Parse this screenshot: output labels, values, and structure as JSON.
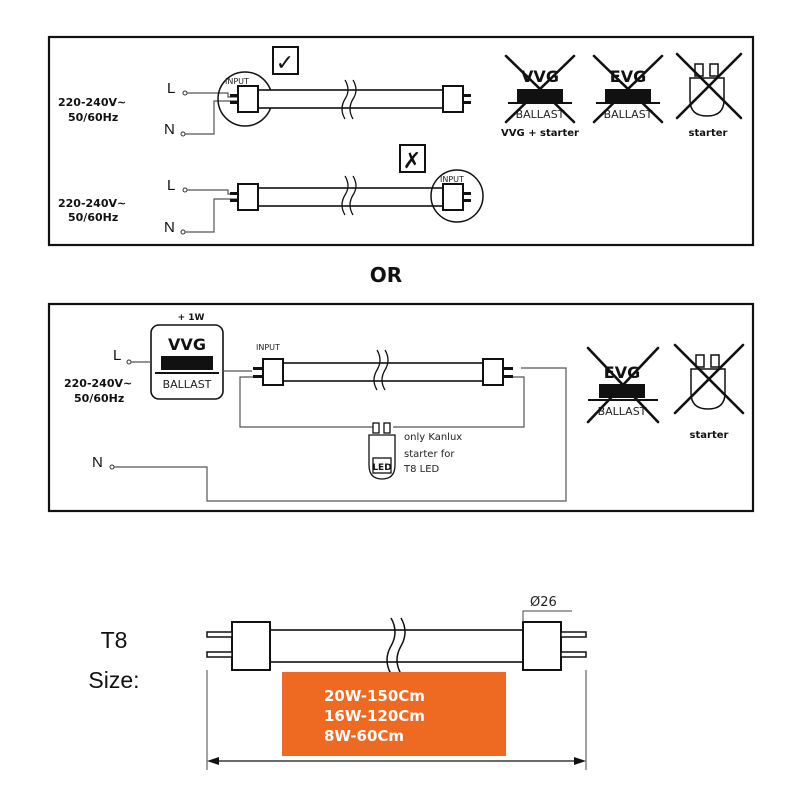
{
  "panel1": {
    "check_mark": "✓",
    "cross_mark": "✗",
    "voltage1_line1": "220-240V~",
    "voltage1_line2": "50/60Hz",
    "voltage2_line1": "220-240V~",
    "voltage2_line2": "50/60Hz",
    "label_L": "L",
    "label_N": "N",
    "input_label": "INPUT",
    "vvg_text": "VVG",
    "evg_text": "EVG",
    "ballast_text": "BALLAST",
    "vvg_caption": "VVG + starter",
    "starter_caption": "starter"
  },
  "or_label": "OR",
  "panel2": {
    "plus_power": "+ 1W",
    "vvg_text": "VVG",
    "ballast_text": "BALLAST",
    "label_L": "L",
    "label_N": "N",
    "voltage_line1": "220-240V~",
    "voltage_line2": "50/60Hz",
    "input_label": "INPUT",
    "led_text": "LED",
    "note_line1": "only Kanlux",
    "note_line2": "starter for",
    "note_line3": "T8 LED",
    "evg_text": "EVG",
    "starter_caption": "starter"
  },
  "size": {
    "title_line1": "T8",
    "title_line2": "Size:",
    "diameter": "Ø26",
    "sizes": [
      "20W-150Cm",
      "16W-120Cm",
      "8W-60Cm"
    ],
    "box_color": "#EE6A22"
  }
}
